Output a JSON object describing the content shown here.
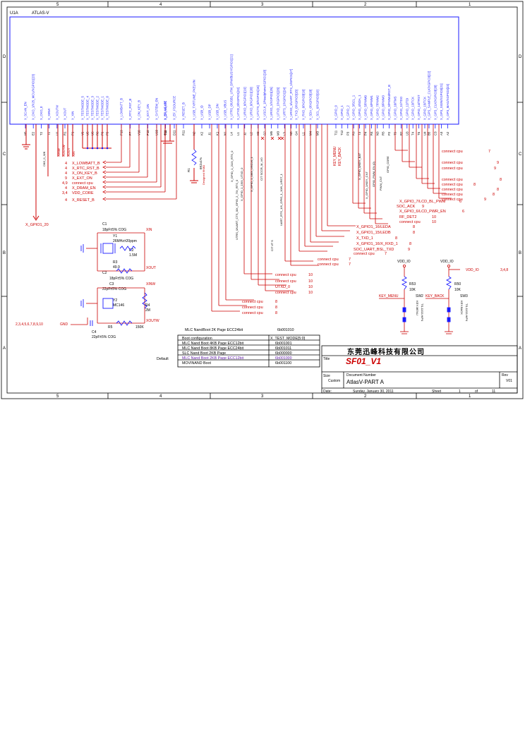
{
  "frame": {
    "col_numbers": [
      "5",
      "4",
      "3",
      "2",
      "1"
    ],
    "row_letters": [
      "D",
      "C",
      "B",
      "A"
    ]
  },
  "chip": {
    "ref": "U1A",
    "name": "ATLAS-V",
    "pins_left": [
      {
        "pin": "H5",
        "name": "X_SCAN_EN"
      },
      {
        "pin": "E2",
        "name": "X_CKO_1/X25_MCU/XGPIO1[23]"
      },
      {
        "pin": "T2",
        "name": "X_CKO_0"
      },
      {
        "pin": "T1",
        "name": "X_XINW"
      },
      {
        "pin": "U1",
        "name": "X_XOUTW"
      },
      {
        "pin": "R1",
        "name": "X_XOUT"
      },
      {
        "pin": "P1",
        "name": "X_XIN"
      },
      {
        "pin": "V6",
        "name": "X_TESTMODE_5"
      },
      {
        "pin": "U5",
        "name": "X_TESTMODE_4"
      },
      {
        "pin": "U6",
        "name": "X_TESTMODE_3"
      },
      {
        "pin": "R6",
        "name": "X_TESTMODE_2"
      },
      {
        "pin": "P6",
        "name": "X_TESTMODE_1"
      },
      {
        "pin": "P5",
        "name": "X_TESTMODE_0"
      },
      {
        "pin": "P13",
        "name": "X_LOWBATT_B"
      },
      {
        "pin": "P7",
        "name": "X_RTC_RST_B"
      },
      {
        "pin": "V10",
        "name": "X_ON_KEY_B"
      },
      {
        "pin": "P10",
        "name": "X_EXT_ON"
      },
      {
        "pin": "U10",
        "name": "X_SYSTEM_EN"
      },
      {
        "pin": "T10",
        "name": "X_DRAM_EN"
      },
      {
        "pin": "C11",
        "name": "X_EF_VGATE"
      },
      {
        "pin": "D11",
        "name": "X_EF_FSOURCE"
      },
      {
        "pin": "R11",
        "name": "X_RESET_B"
      },
      {
        "pin": "N2",
        "name": "X_USB_TXRTUNE_PKELVIN"
      },
      {
        "pin": "K2",
        "name": "X_USB_ID"
      },
      {
        "pin": "J1",
        "name": "X_USB_DP"
      },
      {
        "pin": "K1",
        "name": "X_USB_DN"
      },
      {
        "pin": "N1",
        "name": "X_USB_VBUS"
      }
    ],
    "pins_right": [
      {
        "pin": "L4",
        "name": "X_UTRS_0/USB1_UTM_DPW/BUSY/GPIO1[21]"
      },
      {
        "pin": "L1",
        "name": "X_UTXD_0/XGPIO1[22]"
      },
      {
        "pin": "J2",
        "name": "X_URXD_0/XGPIO1[19]"
      },
      {
        "pin": "L2",
        "name": "X_URXD_0/XGPIO1[20]"
      },
      {
        "pin": "H3",
        "name": "X_UTCTS_0/XGPIO1[16]"
      },
      {
        "pin": "G2",
        "name": "X_USCLK_1/HeadphoneXGPIO1[18]"
      },
      {
        "pin": "M5",
        "name": "X_URXD_1/XGPIO1[25]"
      },
      {
        "pin": "M3",
        "name": "X_UTXD_1/XGPIO1[26]"
      },
      {
        "pin": "L3",
        "name": "X_URTS_1/XGPIO1[24]"
      },
      {
        "pin": "N5",
        "name": "X_URXD_1/UART_RTS_1/GPIO1[27]"
      },
      {
        "pin": "G4",
        "name": "X_TXD_0/XGPIO3[15]"
      },
      {
        "pin": "L1",
        "name": "X_RXD_0/XGPIO3[16]"
      },
      {
        "pin": "M4",
        "name": "X_SDA_0/XGPIO3[18]"
      },
      {
        "pin": "M3",
        "name": "X_SCL_0/XGPIO3[19]"
      },
      {
        "pin": "T11",
        "name": "X_GPIO_0"
      },
      {
        "pin": "T12",
        "name": "X_GPIO_1"
      },
      {
        "pin": "P3",
        "name": "X_GPIO_2"
      },
      {
        "pin": "R3",
        "name": "X_GPIO_3/SCL_1"
      },
      {
        "pin": "T3",
        "name": "X_GPIO_4/SDA_1"
      },
      {
        "pin": "P4",
        "name": "X_GPIO_5/PWM0"
      },
      {
        "pin": "R4",
        "name": "X_GPIO_6/PWM1"
      },
      {
        "pin": "N3",
        "name": "X_GPIO_7/PWM2"
      },
      {
        "pin": "R5",
        "name": "X_GPIO_8/PWM3"
      },
      {
        "pin": "P2",
        "name": "X_GPIO_9/PWM4/RST_B"
      },
      {
        "pin": "T5",
        "name": "X_GPIO_10/TMS"
      },
      {
        "pin": "R2",
        "name": "X_GPIO_11/TDO"
      },
      {
        "pin": "U3",
        "name": "X_GPIO_12/TDI"
      },
      {
        "pin": "T4",
        "name": "X_GPIO_13/TCK"
      },
      {
        "pin": "T6",
        "name": "X_GPIO_14/TRST"
      },
      {
        "pin": "U4",
        "name": "X_GPIO_15/TCK"
      },
      {
        "pin": "B5",
        "name": "X_GPS_SAMPLE_CLK/XGPIO3[22]"
      },
      {
        "pin": "C3",
        "name": "X_GPS_CLK/XGPIO3[20]"
      },
      {
        "pin": "A3",
        "name": "X_GPS_SIGN/XGPIO3[21]"
      },
      {
        "pin": "A2",
        "name": "X_GPS_MAG/XGPIO3[23]"
      }
    ]
  },
  "left_nets": {
    "gpio": "X_GPIO1_20",
    "cko_net": "CKO_0_32K",
    "xtal_nets": [
      "XINW",
      "XOUTW",
      "XOUT",
      "XIN"
    ],
    "signals": [
      {
        "sheet": "4",
        "label": "X_LOWBATT_B"
      },
      {
        "sheet": "4",
        "label": "X_RTC_RST_B"
      },
      {
        "sheet": "4",
        "label": "X_ON_KEY_B"
      },
      {
        "sheet": "9",
        "label": "X_EXT_ON"
      },
      {
        "sheet": "4,9",
        "label": "connect cpu"
      },
      {
        "sheet": "4",
        "label": "X_DRAM_EN"
      },
      {
        "sheet": "3,4",
        "label": "VDD_CORE"
      },
      {
        "sheet": "4",
        "label": "X_RESET_B"
      }
    ],
    "r1": {
      "ref": "R1",
      "value": "6K2±1%"
    },
    "usb_note": "Designed 6K8Ω"
  },
  "crystal": {
    "c1": {
      "ref": "C1",
      "value": "18pF±5% COG"
    },
    "y1": {
      "ref": "Y1",
      "value": "26MHz±20ppm"
    },
    "r2": {
      "ref": "R2",
      "value": "1.5M"
    },
    "r3": {
      "ref": "R3",
      "value": "49.9"
    },
    "c2": {
      "ref": "C2",
      "value": "18pF±5% COG"
    },
    "c3": {
      "ref": "C3",
      "value": "22pF±5% COG"
    },
    "y2": {
      "ref": "Y2",
      "value": "MC146"
    },
    "r4": {
      "ref": "R4",
      "value": "2M"
    },
    "r5": {
      "ref": "R5",
      "value": "150K"
    },
    "c4": {
      "ref": "C4",
      "value": "22pF±5% COG"
    },
    "gnd_label": "GND",
    "gnd_sheets": "2,3,4,5,6,7,8,9,10",
    "net_xin": "XIN",
    "net_xout": "XOUT",
    "net_xinw": "XINW",
    "net_xoutw": "XOUTW"
  },
  "uart_nets": {
    "diagonal": [
      "UTRS_0/UART_CTS_0/X_GPIO_2_7/X_RTS_0",
      "X_GPIO_1_21/X_RTS_0",
      "X_GPIO_1_19/X_UTXD_0",
      "CIT SCCR_M_V/0",
      "X_GPIO_1_18/X_USCLK_1",
      "UART_RTS_1/X_GPIO_1_10/X_URST_1",
      "CIT I/T S"
    ],
    "connects_upper": [
      {
        "label": "connect cpu",
        "sheet": "10"
      },
      {
        "label": "connect cpu",
        "sheet": "10"
      },
      {
        "label": "UTXD_0",
        "sheet": "10"
      },
      {
        "label": "connect cpu",
        "sheet": "10"
      }
    ],
    "connects_lower": [
      {
        "label": "connect cpu",
        "sheet": "8"
      },
      {
        "label": "connect cpu",
        "sheet": "8"
      },
      {
        "label": "connect cpu",
        "sheet": "8"
      }
    ]
  },
  "gpio_nets": {
    "list": [
      {
        "label": "X_GPIO1_16/LEDA",
        "sheet": "8"
      },
      {
        "label": "X_GPIO1_15/LEDB",
        "sheet": "8"
      },
      {
        "label": "X_TXD_1",
        "sheet": "8"
      },
      {
        "label": "X_GPIO1_16/X_RXD_1",
        "sheet": "8"
      },
      {
        "label": "SOC_UART_BSL_TXD",
        "sheet": "9"
      },
      {
        "label": "connect cpu",
        "sheet": "7"
      },
      {
        "label": "connect cpu",
        "sheet": "7"
      },
      {
        "label": "connect cpu",
        "sheet": "7"
      }
    ],
    "key_nets": [
      "KEY_MENU",
      "KEY_BACK"
    ],
    "vertical": [
      "X_GPIO_0/KEY_BAT",
      "X_GPIO_2/KEY_CNT",
      "GPIO_PWM_EN (0)",
      "PWM_CNT",
      "GPIO_CORE"
    ]
  },
  "right_nets": {
    "list": [
      {
        "label": "connect cpu",
        "sheet": "7"
      },
      {
        "label": "connect cpu",
        "sheet": "9"
      },
      {
        "label": "connect cpu",
        "sheet": "9"
      },
      {
        "label": "connect cpu",
        "sheet": "8"
      },
      {
        "label": "connect cpu",
        "sheet": "8"
      },
      {
        "label": "connect cpu",
        "sheet": "8"
      },
      {
        "label": "connect cpu",
        "sheet": "8"
      },
      {
        "label": "connect cpu",
        "sheet": "9"
      }
    ],
    "gpio_lines": [
      {
        "label": "X_GPIO_7/LCD_BL_PWM",
        "sheet": "6"
      },
      {
        "label": "SOC_ACK",
        "sheet": "9"
      },
      {
        "label": "X_GPIO_6/LCD_PWR_EN",
        "sheet": "6"
      },
      {
        "label": "RF_DET2",
        "sheet": "10"
      },
      {
        "label": "connect cpu",
        "sheet": "10"
      }
    ]
  },
  "keys": {
    "vdd_label": "VDD_IO",
    "vdd_sheets": "3,4,8",
    "key1": {
      "net": "KEY_MENU",
      "r_ref": "R53",
      "r_value": "10K",
      "sw_ref": "SW2",
      "sw_name": "KEY-MENU"
    },
    "key2": {
      "net": "KEY_BACK",
      "r_ref": "R50",
      "r_value": "10K",
      "sw_ref": "SW3",
      "sw_name": "KEY-BACK"
    },
    "sw_part": "TS-1102-H/P4"
  },
  "boot_table": {
    "header_note": "MLC NandBoot 2K Page ECC24bit",
    "header_value": "6b001010",
    "col_headers": [
      "Boot configuration",
      "X_TEST_MODE[5:0]"
    ],
    "default_label": "Default",
    "rows": [
      {
        "cfg": "MLC Nand Boot 4KB Page ECC12bit",
        "val": "6b001001"
      },
      {
        "cfg": "MLC Nand Boot 8KB Page ECC24bit",
        "val": "6b001011"
      },
      {
        "cfg": "SLC Nand Boot 2KB Page",
        "val": "6b000000"
      },
      {
        "cfg": "MLC Nand Boot 2KB Page ECC12bit",
        "val": "6b001000"
      },
      {
        "cfg": "MOVINAND Boot",
        "val": "6b001100"
      }
    ]
  },
  "title_block": {
    "company": "东莞迅峰科技有限公司",
    "title_label": "Title",
    "title": "SF01_V1",
    "size_label": "Size",
    "size": "Custom",
    "docnum_label": "Document Number",
    "docnum": "AtlasV-PART A",
    "rev_label": "Rev",
    "rev": "V01",
    "date_label": "Date:",
    "date": "Sunday, January 30, 2011",
    "sheet_label": "Sheet",
    "sheet": "1",
    "of_label": "of",
    "total": "11"
  }
}
